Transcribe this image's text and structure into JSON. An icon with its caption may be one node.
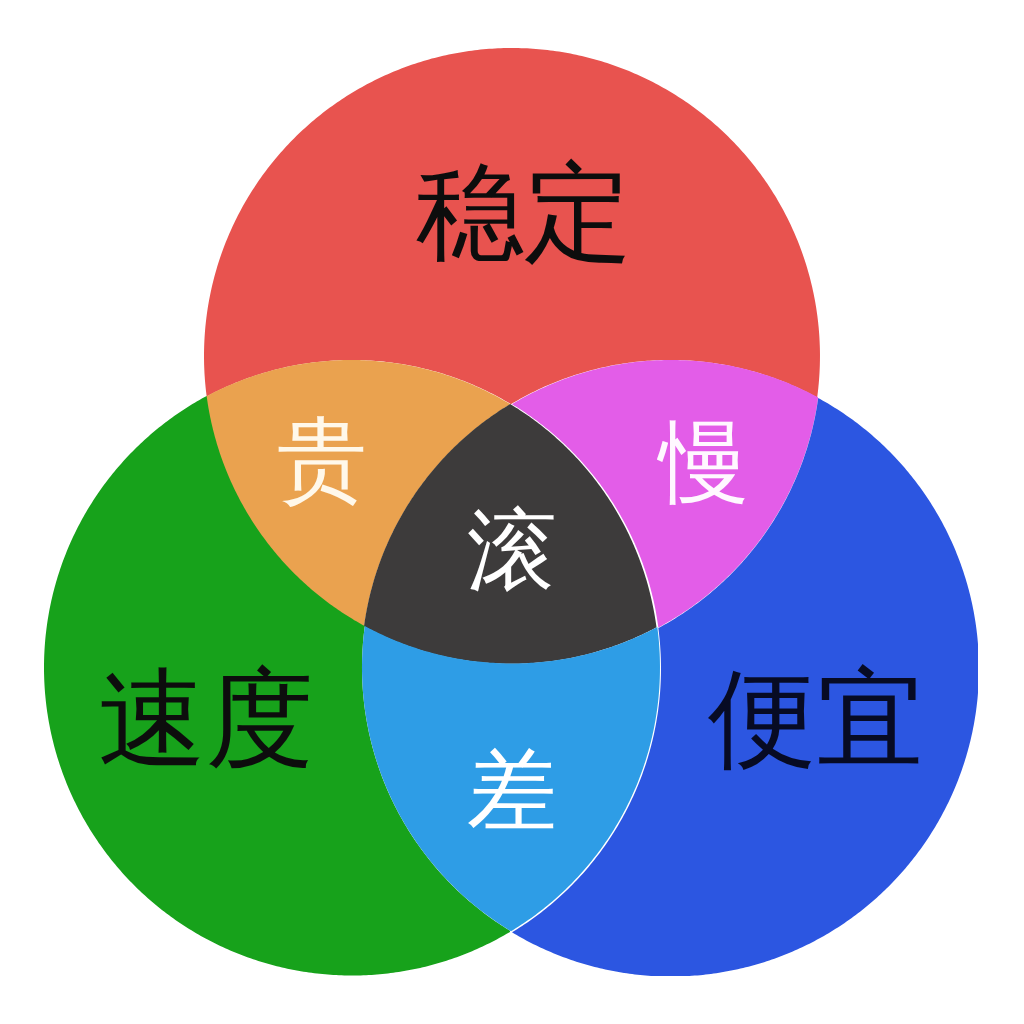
{
  "diagram": {
    "nodes": [
      {
        "text": [
          "稳定"
        ]
      },
      {
        "text": [
          "贵"
        ]
      },
      {
        "text": [
          "慢"
        ]
      },
      {
        "text": [
          "滚"
        ]
      },
      {
        "text": [
          "速度"
        ]
      },
      {
        "text": [
          "便宜"
        ]
      },
      {
        "text": [
          "差"
        ]
      }
    ]
  }
}
